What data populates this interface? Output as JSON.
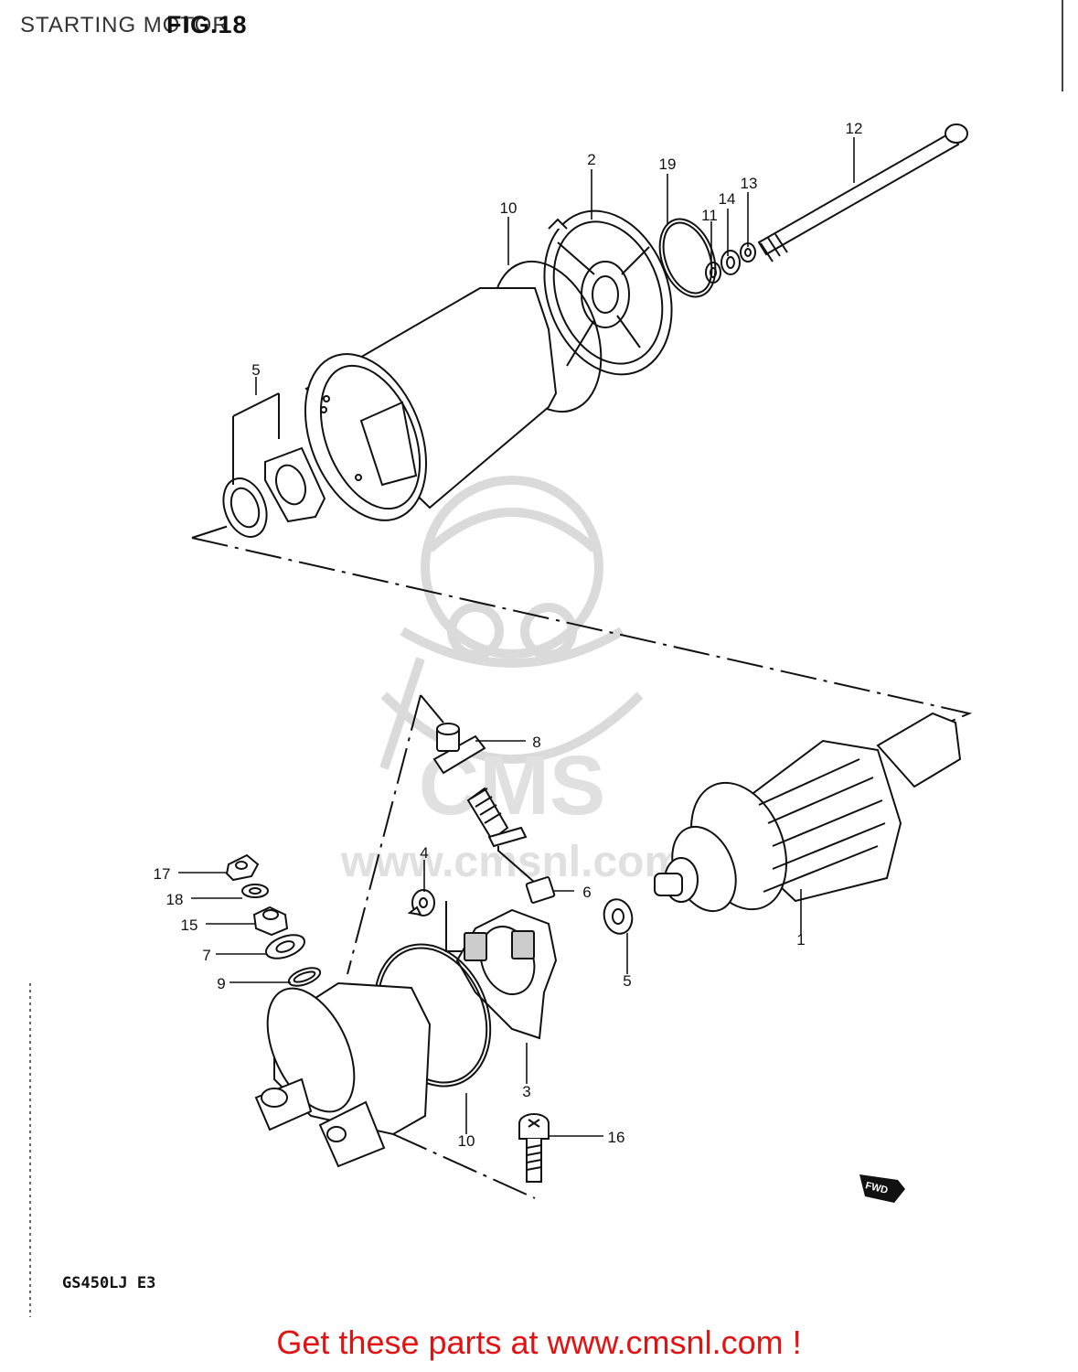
{
  "header": {
    "title": "STARTING MOTOR",
    "figure": "FIG.18"
  },
  "footer": {
    "model_code": "GS450LJ E3",
    "call_to_action": "Get these parts at www.cmsnl.com !"
  },
  "watermark": {
    "brand": "CMS",
    "url": "www.cmsnl.com"
  },
  "badge": {
    "fwd": "FWD"
  },
  "callouts": {
    "c1": "1",
    "c2": "2",
    "c3": "3",
    "c4": "4",
    "c5a": "5",
    "c5b": "5",
    "c6": "6",
    "c7": "7",
    "c8": "8",
    "c9": "9",
    "c10a": "10",
    "c10b": "10",
    "c11": "11",
    "c12": "12",
    "c13": "13",
    "c14": "14",
    "c15": "15",
    "c16": "16",
    "c17": "17",
    "c18": "18",
    "c19": "19"
  },
  "colors": {
    "line": "#111111",
    "watermark": "#d8d8d8",
    "cta": "#e31212"
  }
}
